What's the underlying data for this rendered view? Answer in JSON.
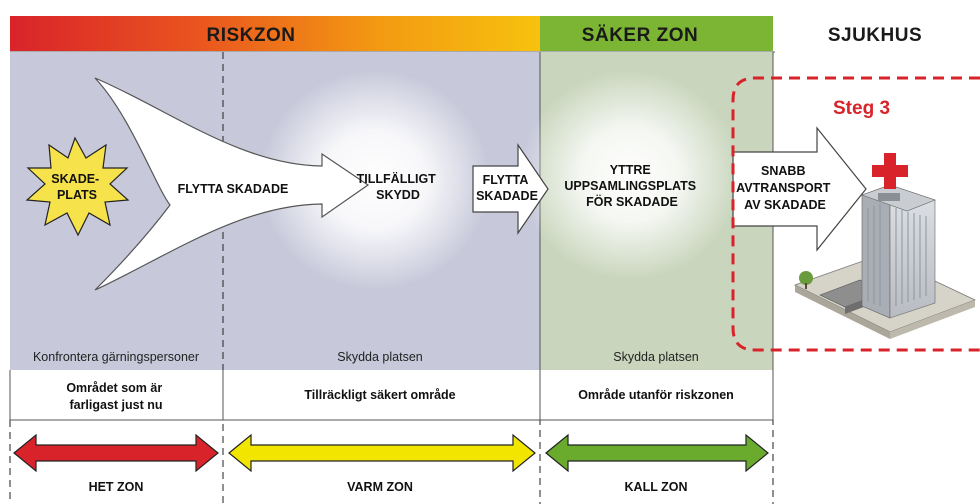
{
  "headers": {
    "riskzon": "RISKZON",
    "saker_zon": "SÄKER ZON",
    "sjukhus": "SJUKHUS"
  },
  "flow": {
    "skadeplats": [
      "SKADE-",
      "PLATS"
    ],
    "flytta_skadade_1": "FLYTTA SKADADE",
    "tillfalligt_skydd": [
      "TILLFÄLLIGT",
      "SKYDD"
    ],
    "flytta_skadade_2": [
      "FLYTTA",
      "SKADADE"
    ],
    "yttre": [
      "YTTRE",
      "UPPSAMLINGSPLATS",
      "FÖR SKADADE"
    ],
    "snabb": [
      "SNABB",
      "AVTRANSPORT",
      "AV SKADADE"
    ],
    "steg": "Steg 3"
  },
  "bottom_labels": {
    "col1": "Konfrontera gärningspersoner",
    "col2": "Skydda platsen",
    "col3": "Skydda platsen"
  },
  "areas": {
    "a1": [
      "Området som är",
      "farligast just nu"
    ],
    "a2": "Tillräckligt säkert område",
    "a3": "Område utanför riskzonen"
  },
  "zones": {
    "het": "HET ZON",
    "varm": "VARM ZON",
    "kall": "KALL ZON"
  },
  "colors": {
    "het": "#d9232a",
    "varm": "#f2e600",
    "kall": "#6aab2e",
    "steg": "#d9232a"
  }
}
